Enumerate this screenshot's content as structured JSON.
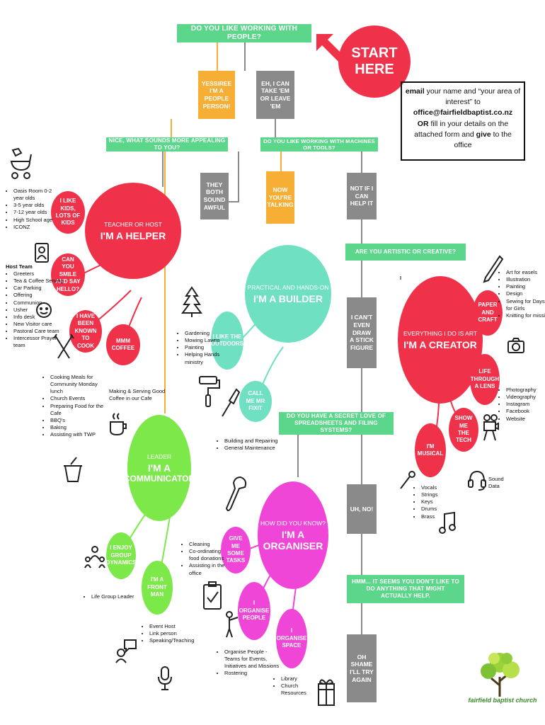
{
  "start": {
    "line1": "START",
    "line2": "HERE"
  },
  "q_people": "DO YOU LIKE WORKING WITH PEOPLE?",
  "yes_people": "YESSIREE I'M A PEOPLE PERSON!",
  "eh_people": "EH, I CAN TAKE 'EM OR LEAVE 'EM",
  "contact": {
    "email_word": "email",
    "line1_rest": " your name and “your area of interest” to",
    "address": "office@fairfieldbaptist.co.nz",
    "or_word": "OR",
    "line3_rest": " fill in your details on the attached form and ",
    "give_word": "give",
    "line3_end": " to the office"
  },
  "q_appealing": "NICE, WHAT SOUNDS MORE APPEALING TO YOU?",
  "q_machines": "DO YOU LIKE WORKING WITH MACHINES OR TOOLS?",
  "they_awful": "THEY BOTH SOUND AWFUL",
  "now_talking": "NOW YOU'RE TALKING",
  "not_if_help": "NOT IF I CAN HELP IT",
  "q_artistic": "ARE YOU ARTISTIC OR CREATIVE?",
  "cant_draw": "I CAN'T EVEN DRAW A STICK FIGURE",
  "q_spreadsheets": "DO YOU HAVE A SECRET LOVE OF SPREADSHEETS AND FILING SYSTEMS?",
  "uh_no": "UH, NO!",
  "hmm": "HMM... IT SEEMS YOU DON'T LIKE TO DO ANYTHING THAT MIGHT ACTUALLY HELP.",
  "oh_shame": "OH SHAME I'LL TRY AGAIN",
  "helper": {
    "sub": "TEACHER OR HOST",
    "title": "I'M A HELPER",
    "kids": "I LIKE KIDS, LOTS OF KIDS",
    "smile": "CAN YOU SMILE AND SAY HELLO?",
    "cook": "I HAVE BEEN KNOWN TO COOK",
    "coffee": "MMM COFFEE",
    "kids_list": [
      "Oasis Room 0-2 year olds",
      "3-5 year olds",
      "7-12 year olds",
      "High School age",
      "ICONZ"
    ],
    "host_head": "Host Team",
    "host_list": [
      "Greeters",
      "Tea & Coffee Serving",
      "Car Parking",
      "Offering",
      "Communion",
      "Usher",
      "Info desk",
      "New Visitor care",
      "Pastoral Care team",
      "Intercessor Prayer team"
    ],
    "cook_list": [
      "Cooking Meals for Community Monday lunch",
      "Church Events",
      "Preparing Food for the Cafe",
      "BBQ's",
      "Baking",
      "Assisting with TWP"
    ],
    "coffee_note": "Making & Serving Good Coffee in our Cafe"
  },
  "builder": {
    "sub": "PRACTICAL AND HANDS-ON",
    "title": "I'M A BUILDER",
    "outdoors": "I LIKE THE OUTDOORS",
    "fixit": "CALL ME MR FIXIT",
    "outdoors_list": [
      "Gardening",
      "Mowing Lawns",
      "Painting",
      "Helping Hands ministry"
    ],
    "fixit_list": [
      "Building and Repairing",
      "General Maintenance"
    ]
  },
  "creator": {
    "sub": "EVERYTHING I DO IS ART",
    "title": "I'M A CREATOR",
    "paper": "PAPER AND CRAFT",
    "lens": "LIFE THROUGH A LENS",
    "tech": "SHOW ME THE TECH",
    "musical": "I'M MUSICAL",
    "paper_list": [
      "Art for easels",
      "Illustration",
      "Painting",
      "Design",
      "Sewing for Days for Girls",
      "Knitting for mission"
    ],
    "lens_list": [
      "Photography",
      "Videography",
      "Instagram",
      "Facebook",
      "Website"
    ],
    "tech_list": [
      "Sound",
      "Data"
    ],
    "music_list": [
      "Vocals",
      "Strings",
      "Keys",
      "Drums",
      "Brass"
    ]
  },
  "communicator": {
    "sub": "LEADER",
    "title1": "I'M A",
    "title2": "COMMUNICATOR",
    "group": "I ENJOY GROUP DYNAMICS",
    "front": "I'M A FRONT MAN",
    "group_list": [
      "Life Group Leader"
    ],
    "front_list": [
      "Event Host",
      "Link person",
      "Speaking/Teaching"
    ]
  },
  "organiser": {
    "sub": "HOW DID YOU KNOW?",
    "title": "I'M A ORGANISER",
    "tasks": "GIVE ME SOME TASKS",
    "people": "I ORGANISE PEOPLE",
    "space": "I ORGANISE SPACE",
    "tasks_list": [
      "Cleaning",
      "Co-ordinating food donations",
      "Assisting in the office"
    ],
    "people_list": [
      "Organise People - Teams for Events, Initiatives and Missions",
      "Rostering"
    ],
    "space_list": [
      "Library",
      "Church Resources"
    ]
  },
  "logo_text": "fairfield baptist church",
  "colors": {
    "green": "#5cd68a",
    "orange": "#f6ae35",
    "gray": "#8a8a8a",
    "red": "#f0314a",
    "teal": "#6fe0c2",
    "lime": "#7de84a",
    "magenta": "#f046d8"
  }
}
